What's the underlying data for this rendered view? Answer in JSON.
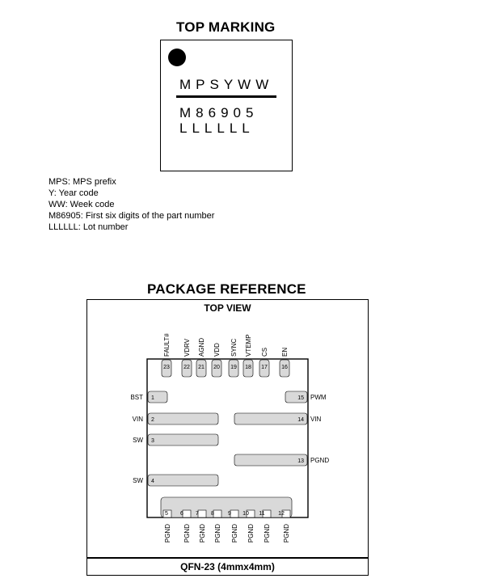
{
  "top_marking": {
    "title": "TOP MARKING",
    "line1": "MPSYWW",
    "line2": "M86905",
    "line3": "LLLLLL"
  },
  "legend": [
    "MPS: MPS prefix",
    "Y: Year code",
    "WW: Week code",
    "M86905: First six digits of the part number",
    "LLLLLL: Lot number"
  ],
  "package": {
    "title": "PACKAGE REFERENCE",
    "view_label": "TOP VIEW",
    "footer": "QFN-23 (4mmx4mm)",
    "top_pins": [
      {
        "name": "FAULT#",
        "num": "23"
      },
      {
        "name": "VDRV",
        "num": "22"
      },
      {
        "name": "AGND",
        "num": "21"
      },
      {
        "name": "VDD",
        "num": "20"
      },
      {
        "name": "SYNC",
        "num": "19"
      },
      {
        "name": "VTEMP",
        "num": "18"
      },
      {
        "name": "CS",
        "num": "17"
      },
      {
        "name": "EN",
        "num": "16"
      }
    ],
    "left_pins": [
      {
        "name": "BST",
        "num": "1"
      },
      {
        "name": "VIN",
        "num": "2"
      },
      {
        "name": "SW",
        "num": "3"
      },
      {
        "name": "SW",
        "num": "4"
      }
    ],
    "right_pins": [
      {
        "name": "PWM",
        "num": "15"
      },
      {
        "name": "VIN",
        "num": "14"
      },
      {
        "name": "PGND",
        "num": "13"
      }
    ],
    "bottom_pins": [
      {
        "name": "PGND",
        "num": "5"
      },
      {
        "name": "PGND",
        "num": "6"
      },
      {
        "name": "PGND",
        "num": "7"
      },
      {
        "name": "PGND",
        "num": "8"
      },
      {
        "name": "PGND",
        "num": "9"
      },
      {
        "name": "PGND",
        "num": "10"
      },
      {
        "name": "PGND",
        "num": "11"
      },
      {
        "name": "PGND",
        "num": "12"
      }
    ]
  },
  "colors": {
    "pad_fill": "#d9d9d9",
    "outline": "#000000"
  }
}
